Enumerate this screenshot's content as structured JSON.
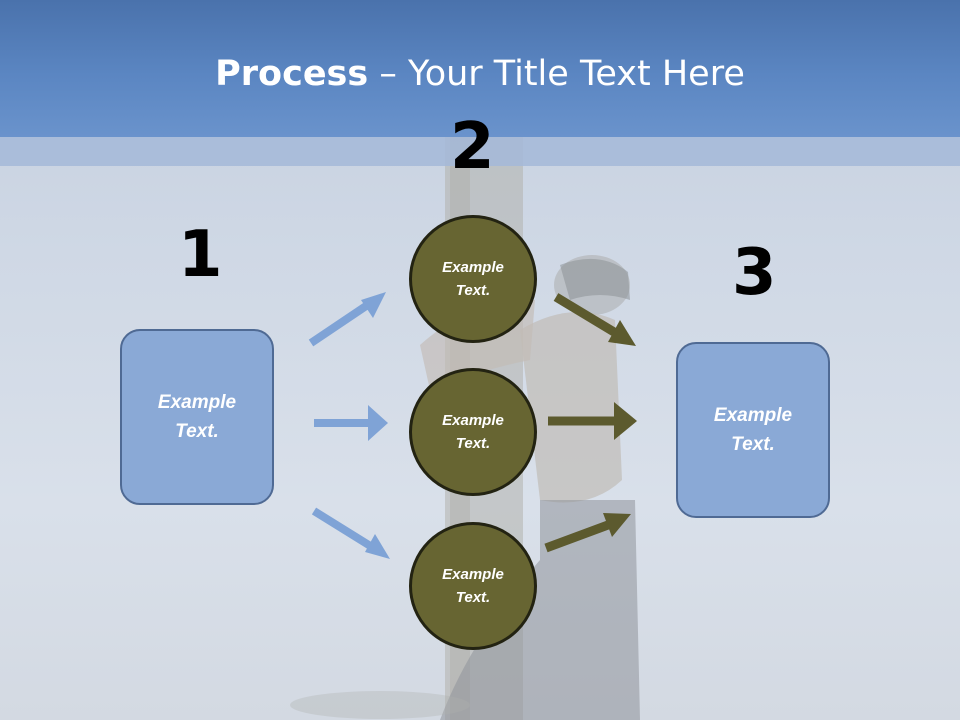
{
  "title": {
    "bold": "Process",
    "rest": " – Your Title Text Here"
  },
  "steps": {
    "one": "1",
    "two": "2",
    "three": "3"
  },
  "boxes": {
    "left": "Example\nText.",
    "right": "Example\nText."
  },
  "circles": {
    "top": "Example\nText.",
    "middle": "Example\nText.",
    "bottom": "Example\nText."
  },
  "colors": {
    "header": "#5b86c2",
    "box_fill": "#8aa9d6",
    "circle_fill": "#676532",
    "arrow_blue": "#7fa3d6",
    "arrow_olive": "#5c5a2e"
  }
}
